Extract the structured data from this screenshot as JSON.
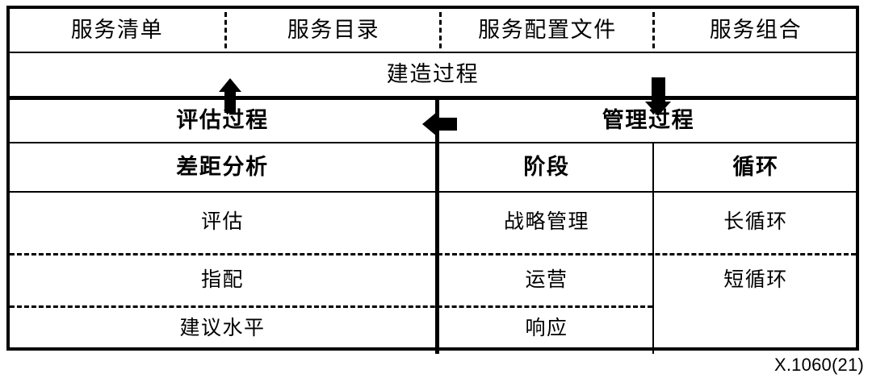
{
  "figure": {
    "caption": "X.1060(21)",
    "rows": {
      "catalogue": {
        "cells": [
          "服务清单",
          "服务目录",
          "服务配置文件",
          "服务组合"
        ]
      },
      "build": {
        "label": "建造过程"
      },
      "processes": {
        "left": "评估过程",
        "right": "管理过程"
      },
      "subheaders": {
        "left": "差距分析",
        "middle": "阶段",
        "right": "循环"
      },
      "body": {
        "gap_analysis": [
          "评估",
          "指配",
          "建议水平"
        ],
        "phase": [
          "战略管理",
          "运营",
          "响应"
        ],
        "cycle": [
          "长循环",
          "短循环"
        ]
      }
    },
    "arrows": [
      {
        "name": "arrow-up-assessment",
        "direction": "up"
      },
      {
        "name": "arrow-down-management",
        "direction": "down"
      },
      {
        "name": "arrow-left-management-to-assessment",
        "direction": "left"
      }
    ],
    "colors": {
      "ink": "#000000",
      "paper": "#ffffff"
    }
  }
}
